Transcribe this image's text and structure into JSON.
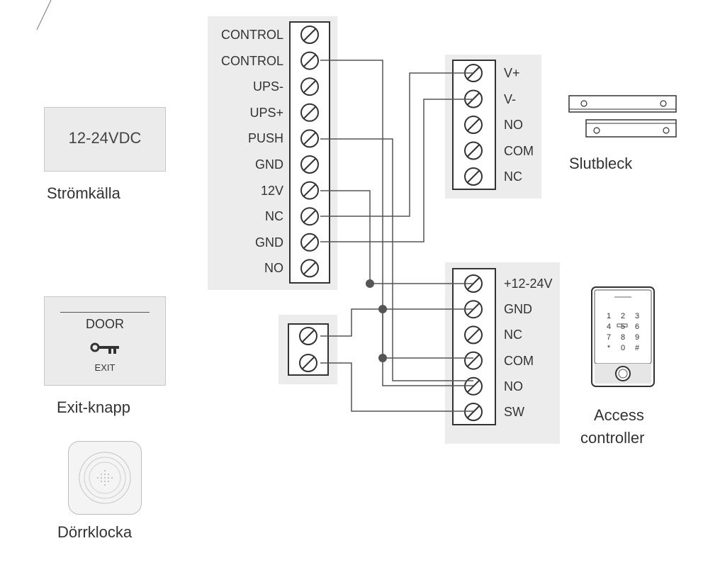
{
  "main_block": {
    "terminals": [
      "CONTROL",
      "CONTROL",
      "UPS-",
      "UPS+",
      "PUSH",
      "GND",
      "12V",
      "NC",
      "GND",
      "NO"
    ]
  },
  "lock_block": {
    "terminals": [
      "V+",
      "V-",
      "NO",
      "COM",
      "NC"
    ]
  },
  "controller_block": {
    "terminals": [
      "+12-24V",
      "GND",
      "NC",
      "COM",
      "NO",
      "SW"
    ]
  },
  "power_supply": {
    "text": "12-24VDC",
    "caption": "Strömkälla"
  },
  "exit_button": {
    "top_text": "DOOR",
    "bottom_text": "EXIT",
    "caption": "Exit-knapp",
    "key_icon": "key-icon"
  },
  "doorbell": {
    "caption": "Dörrklocka"
  },
  "strike": {
    "caption": "Slutbleck"
  },
  "access_controller": {
    "caption_line1": "Access",
    "caption_line2": "controller",
    "keys": [
      "1",
      "2",
      "3",
      "4",
      "5",
      "6",
      "7",
      "8",
      "9",
      "*",
      "0",
      "#"
    ]
  },
  "colors": {
    "panel": "#ececec",
    "line": "#555555",
    "text": "#333333"
  }
}
